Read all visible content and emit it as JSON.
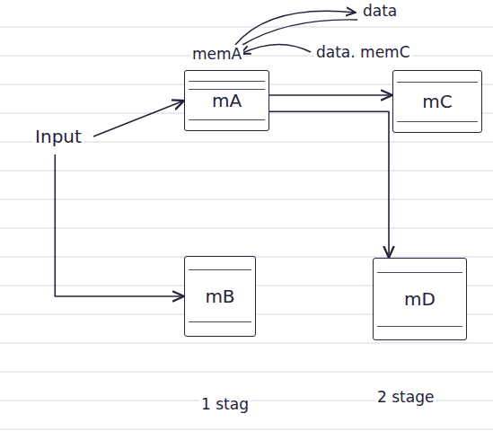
{
  "diagram": {
    "nodes": [
      {
        "text": [
          "Input"
        ]
      },
      {
        "text": [
          "mA"
        ]
      },
      {
        "text": [
          "mB"
        ]
      },
      {
        "text": [
          "mC"
        ]
      },
      {
        "text": [
          "mD"
        ]
      }
    ],
    "edges": [
      {
        "from": 0,
        "to": 1,
        "arrow": "to"
      },
      {
        "from": 0,
        "to": 2,
        "arrow": "to"
      },
      {
        "from": 1,
        "to": 3,
        "arrow": "to"
      },
      {
        "from": 1,
        "to": 4,
        "arrow": "to"
      }
    ],
    "labels": [
      "data",
      "memA",
      "data. memC",
      "1 stag",
      "2 stage"
    ]
  }
}
